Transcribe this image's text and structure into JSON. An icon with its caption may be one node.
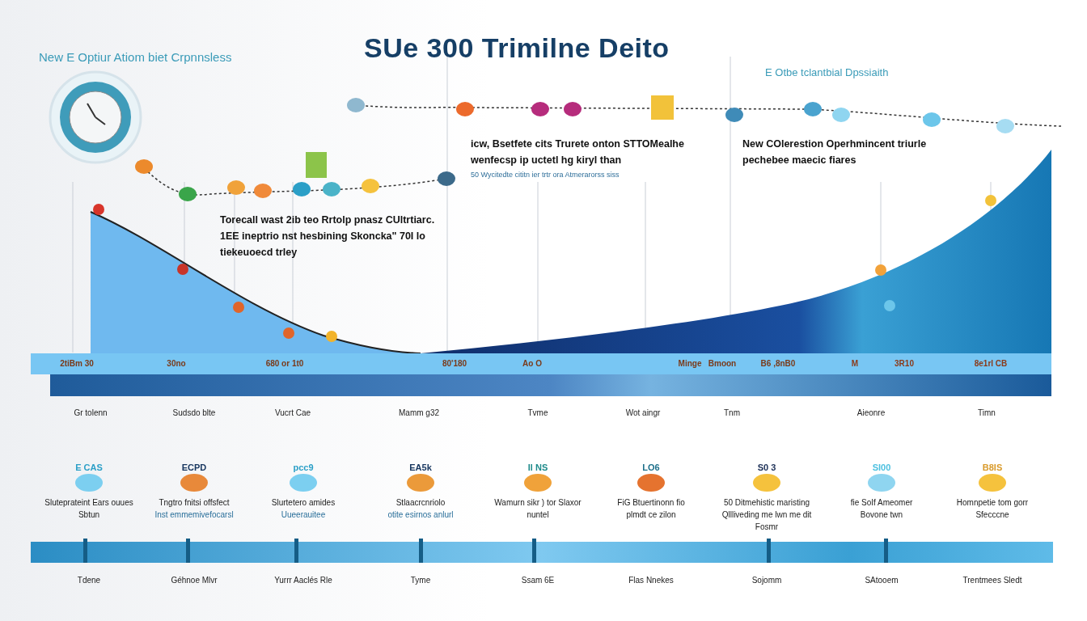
{
  "diagram": {
    "title": "SUe 300 Trimilne Deito",
    "nodes": [
      {
        "text": [
          "E CAS",
          "Sluteprateint Ears ouues Sbtun"
        ]
      },
      {
        "text": [
          "ECPD",
          "Tngtro fnitsi offsfect",
          "Inst emmemivefocarsl"
        ]
      },
      {
        "text": [
          "pcc9",
          "Slurtetero amides",
          "Uueerauitee"
        ]
      },
      {
        "text": [
          "EA5k",
          "Stlaacrcnriolo",
          "otite esirnos anlurl"
        ]
      },
      {
        "text": [
          "Il NS",
          "Wamurn sikr ) tor Slaxor nuntel"
        ]
      },
      {
        "text": [
          "LO6",
          "FiG Btuertinonn fio plmdt ce zilon"
        ]
      },
      {
        "text": [
          "S0 3",
          "50 Ditmehistic maristing Qllliveding me lwn me dit Fosmr"
        ]
      },
      {
        "text": [
          "SI00",
          "fie SoIf Ameomer Bovone twn"
        ]
      },
      {
        "text": [
          "B8IS",
          "Homnpetie tom gorr Sfecccne"
        ]
      }
    ],
    "labels": [
      "New E Optiur Atiom biet Crpnnsless",
      "E Otbe tclantbial Dpssiaith",
      "icw, Bsetfete cits Trurete onton STTOMealhe wenfecsp ip uctetl hg kiryl than",
      "50 Wycitedte cititn ier trtr ora Atmerarorss siss",
      "Torecall wast 2ib teo Rrtolp pnasz CUltrtiarc. 1EE ineptrio nst hesbining Skoncka\" 70I lo tiekeuoecd trley",
      "New COlerestion Operhmincent triurle pechebee maecic fiares",
      "2tiBm 30",
      "30no",
      "680 or 1t0",
      "80'180",
      "Ao O",
      "Minge",
      "Bmoon",
      "B6 ,8nB0",
      "M",
      "3R10",
      "8e1rl CB",
      "Gr tolenn",
      "Sudsdo blte",
      "Vucrt Cae",
      "Mamm g32",
      "Tvme",
      "Wot aingr",
      "Tnm",
      "Aieonre",
      "Timn",
      "Tdene",
      "Géhnoe Mlvr",
      "Yurrr Aaclés Rle",
      "Tyme",
      "Ssam 6E",
      "Flas Nnekes",
      "Sojomm",
      "SAtooem",
      "Trentmees Sledt"
    ]
  }
}
